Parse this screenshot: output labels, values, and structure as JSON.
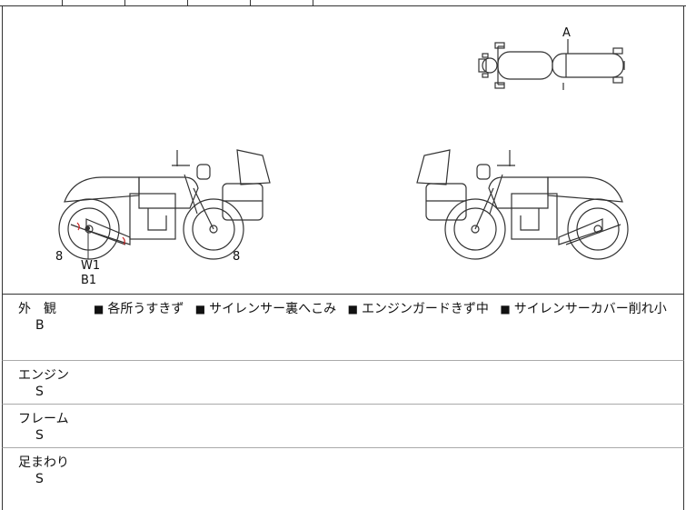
{
  "diagram": {
    "marks": {
      "top_view_marker": "A",
      "left_front_wheel": "8",
      "left_rear_wheel": "8",
      "muffler_code_1": "W1",
      "muffler_code_2": "B1"
    }
  },
  "sections": {
    "exterior": {
      "title": "外　観",
      "grade": "B",
      "notes": [
        "各所うすきず",
        "サイレンサー裏へこみ",
        "エンジンガードきず中",
        "サイレンサーカバー削れ小"
      ]
    },
    "engine": {
      "title": "エンジン",
      "grade": "S"
    },
    "frame": {
      "title": "フレーム",
      "grade": "S"
    },
    "suspension": {
      "title": "足まわり",
      "grade": "S"
    }
  },
  "colors": {
    "line": "#333333",
    "damage": "#cc2222"
  }
}
